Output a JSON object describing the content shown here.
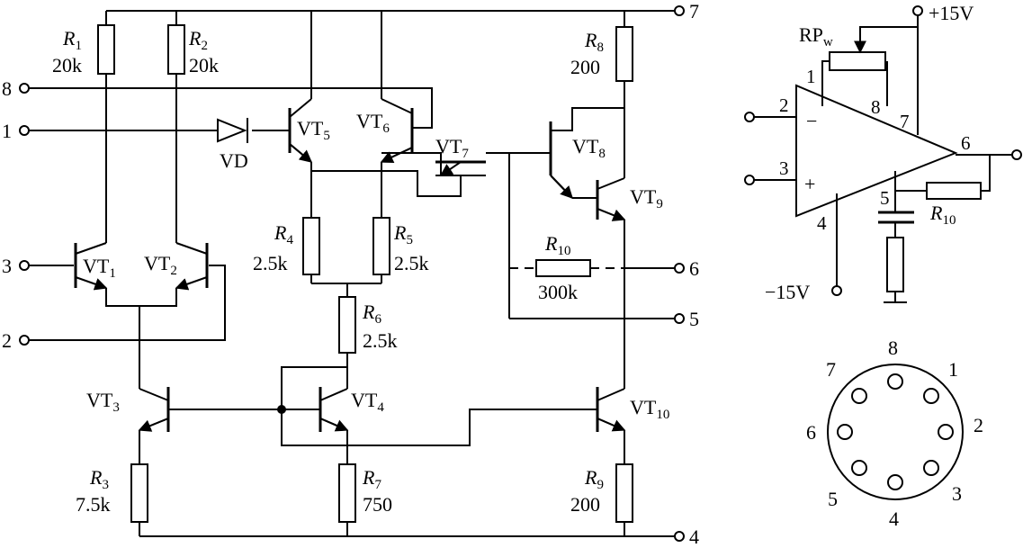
{
  "schematic": {
    "resistors": [
      {
        "id": "R1",
        "sym": "R",
        "sub": "1",
        "value": "20k"
      },
      {
        "id": "R2",
        "sym": "R",
        "sub": "2",
        "value": "20k"
      },
      {
        "id": "R3",
        "sym": "R",
        "sub": "3",
        "value": "7.5k"
      },
      {
        "id": "R4",
        "sym": "R",
        "sub": "4",
        "value": "2.5k"
      },
      {
        "id": "R5",
        "sym": "R",
        "sub": "5",
        "value": "2.5k"
      },
      {
        "id": "R6",
        "sym": "R",
        "sub": "6",
        "value": "2.5k"
      },
      {
        "id": "R7",
        "sym": "R",
        "sub": "7",
        "value": "750"
      },
      {
        "id": "R8",
        "sym": "R",
        "sub": "8",
        "value": "200"
      },
      {
        "id": "R9",
        "sym": "R",
        "sub": "9",
        "value": "200"
      },
      {
        "id": "R10",
        "sym": "R",
        "sub": "10",
        "value": "300k"
      }
    ],
    "transistors": [
      {
        "id": "VT1",
        "sym": "VT",
        "sub": "1"
      },
      {
        "id": "VT2",
        "sym": "VT",
        "sub": "2"
      },
      {
        "id": "VT3",
        "sym": "VT",
        "sub": "3"
      },
      {
        "id": "VT4",
        "sym": "VT",
        "sub": "4"
      },
      {
        "id": "VT5",
        "sym": "VT",
        "sub": "5"
      },
      {
        "id": "VT6",
        "sym": "VT",
        "sub": "6"
      },
      {
        "id": "VT7",
        "sym": "VT",
        "sub": "7"
      },
      {
        "id": "VT8",
        "sym": "VT",
        "sub": "8"
      },
      {
        "id": "VT9",
        "sym": "VT",
        "sub": "9"
      },
      {
        "id": "VT10",
        "sym": "VT",
        "sub": "10"
      }
    ],
    "diode": "VD",
    "terminals": {
      "t1": "1",
      "t2": "2",
      "t3": "3",
      "t4": "4",
      "t5": "5",
      "t6": "6",
      "t7": "7",
      "t8": "8"
    }
  },
  "opamp": {
    "vplus": "+15V",
    "vminus": "−15V",
    "pot": {
      "sym": "RP",
      "sub": "w"
    },
    "resistor": {
      "sym": "R",
      "sub": "10"
    },
    "minus_sign": "−",
    "plus_sign": "+",
    "pins": {
      "p1": "1",
      "p2": "2",
      "p3": "3",
      "p4": "4",
      "p5": "5",
      "p6": "6",
      "p7": "7",
      "p8": "8"
    }
  },
  "pinout": {
    "p1": "1",
    "p2": "2",
    "p3": "3",
    "p4": "4",
    "p5": "5",
    "p6": "6",
    "p7": "7",
    "p8": "8"
  }
}
